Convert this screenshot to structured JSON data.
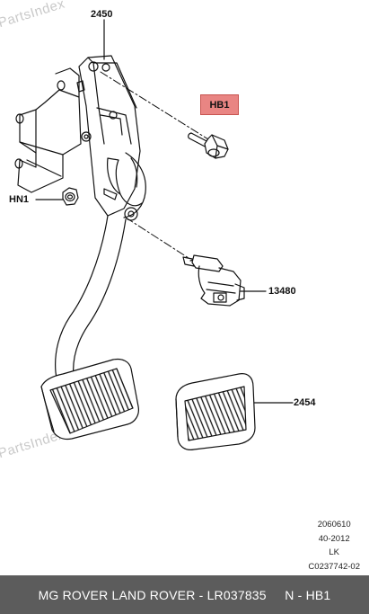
{
  "watermarks": [
    "PartsIndex",
    "PartsIndex"
  ],
  "callouts": {
    "pedal_box": "2450",
    "bolt": "HB1",
    "nut": "HN1",
    "switch": "13480",
    "pad": "2454"
  },
  "drawing_info": [
    "2060610",
    "40-2012",
    "LK",
    "C0237742-02"
  ],
  "footer": {
    "brand": "MG ROVER LAND ROVER",
    "separator1": " - ",
    "part_number": "LR037835",
    "gap": "     ",
    "code": "N - HB1"
  },
  "colors": {
    "highlight_fill": "#e98583",
    "highlight_border": "#c85450",
    "footer_bg": "#5c5c5c",
    "watermark": "#c9c9c9"
  }
}
